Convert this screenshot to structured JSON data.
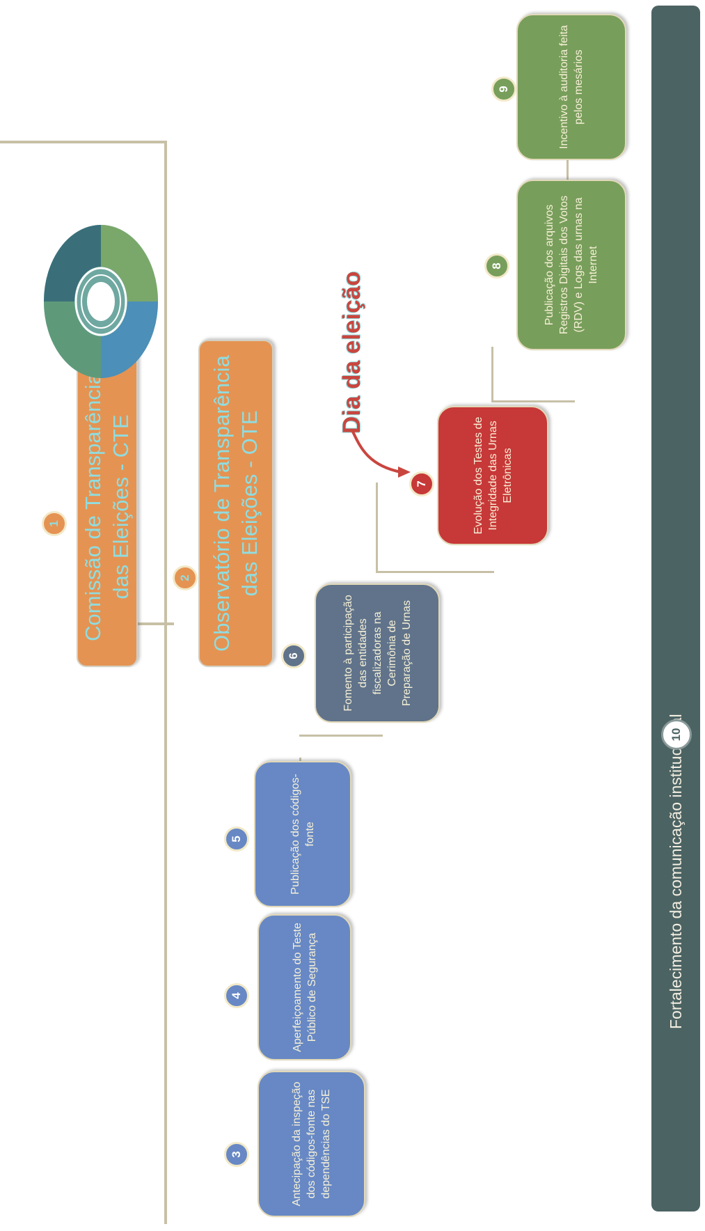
{
  "steps": [
    {
      "number": "1",
      "label": "Comissão de Transparência das Eleições - CTE"
    },
    {
      "number": "2",
      "label": "Observatório de Transparência das Eleições - OTE"
    },
    {
      "number": "3",
      "label": "Antecipação da inspeção dos códigos-fonte nas dependências do TSE"
    },
    {
      "number": "4",
      "label": "Aperfeiçoamento do Teste Público de Segurança"
    },
    {
      "number": "5",
      "label": "Publicação dos códigos-fonte"
    },
    {
      "number": "6",
      "label": "Fomento à participação das entidades fiscalizadoras na Cerimônia de Preparação de Urnas"
    },
    {
      "number": "7",
      "label": "Evolução dos Testes de Integridade das Urnas Eletrônicas"
    },
    {
      "number": "8",
      "label": "Publicação dos arquivos Registros Digitais dos Votos (RDV) e Logs das urnas na Internet"
    },
    {
      "number": "9",
      "label": "Incentivo à auditoria feita pelos mesários"
    },
    {
      "number": "10",
      "label": "Fortalecimento da comunicação institucional"
    }
  ],
  "annotation": "Dia da eleição",
  "colors": {
    "orange": "#e59353",
    "blue": "#6788c4",
    "slate": "#60738a",
    "red": "#c73838",
    "green": "#789e5b",
    "bar": "#4c6363",
    "title_text": "#8fdde0"
  },
  "icons": {
    "logo": "circular-donut-logo-icon",
    "arrow": "curved-arrow-icon"
  }
}
